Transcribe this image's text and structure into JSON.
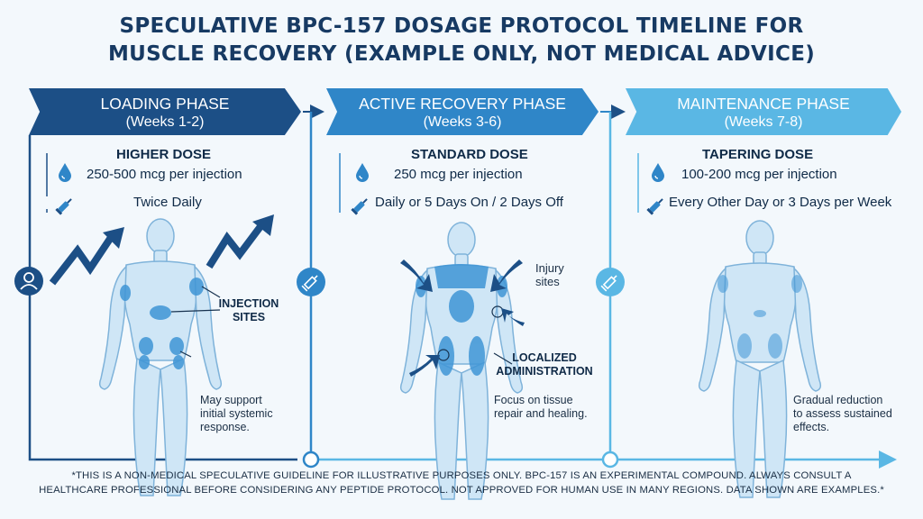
{
  "title": {
    "line1": "SPECULATIVE BPC-157 DOSAGE PROTOCOL TIMELINE FOR",
    "line2": "MUSCLE RECOVERY (EXAMPLE ONLY, NOT MEDICAL ADVICE)"
  },
  "colors": {
    "loading": "#1c4f86",
    "active": "#2f86c8",
    "maintenance": "#5ab7e4",
    "body_fill": "#cfe6f6",
    "body_outline": "#7fb3da",
    "site": "#3f95d6"
  },
  "phases": [
    {
      "name": "LOADING PHASE",
      "weeks": "(Weeks 1-2)",
      "dose_title": "HIGHER DOSE",
      "dose_value": "250-500 mcg per injection",
      "frequency": "Twice Daily",
      "callout": "INJECTION\nSITES",
      "note": "May support\ninitial systemic\nresponse.",
      "marker_icon": "doctor-icon"
    },
    {
      "name": "ACTIVE RECOVERY PHASE",
      "weeks": "(Weeks 3-6)",
      "dose_title": "STANDARD DOSE",
      "dose_value": "250 mcg per injection",
      "frequency": "Daily or 5 Days On / 2 Days Off",
      "callout_top": "Injury\nsites",
      "callout": "LOCALIZED\nADMINISTRATION",
      "note": "Focus on tissue\nrepair and healing.",
      "marker_icon": "syringe-icon"
    },
    {
      "name": "MAINTENANCE PHASE",
      "weeks": "(Weeks 7-8)",
      "dose_title": "TAPERING DOSE",
      "dose_value": "100-200 mcg per injection",
      "frequency": "Every Other Day or 3 Days per Week",
      "note": "Gradual reduction\nto assess sustained\neffects.",
      "marker_icon": "syringe-icon"
    }
  ],
  "disclaimer": {
    "line1": "*THIS IS A NON-MEDICAL SPECULATIVE GUIDELINE FOR ILLUSTRATIVE PURPOSES ONLY. BPC-157 IS AN EXPERIMENTAL COMPOUND. ALWAYS CONSULT A",
    "line2": "HEALTHCARE PROFESSIONAL BEFORE CONSIDERING ANY PEPTIDE PROTOCOL. NOT APPROVED FOR HUMAN USE IN MANY REGIONS. DATA SHOWN ARE EXAMPLES.*"
  }
}
